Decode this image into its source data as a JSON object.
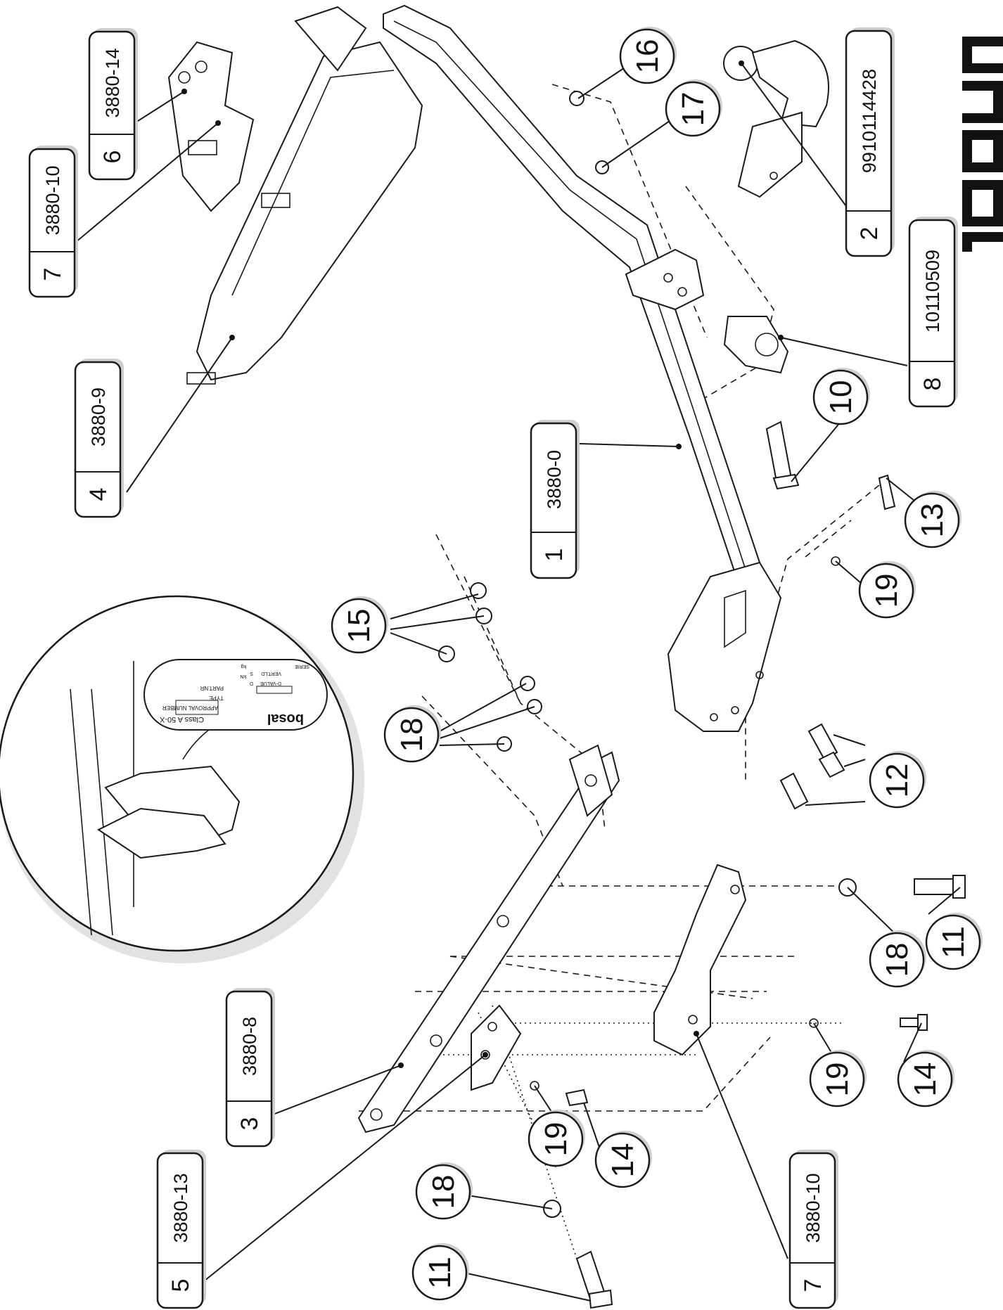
{
  "brand": {
    "logo_text": "bosal",
    "line_color": "#1a1a1a",
    "background": "#ffffff"
  },
  "labels": [
    {
      "id": "l1",
      "num": "1",
      "code": "3880-0"
    },
    {
      "id": "l2",
      "num": "2",
      "code": "9910114428"
    },
    {
      "id": "l3",
      "num": "3",
      "code": "3880-8"
    },
    {
      "id": "l4",
      "num": "4",
      "code": "3880-9"
    },
    {
      "id": "l5",
      "num": "5",
      "code": "3880-13"
    },
    {
      "id": "l6",
      "num": "6",
      "code": "3880-14"
    },
    {
      "id": "l7a",
      "num": "7",
      "code": "3880-10"
    },
    {
      "id": "l7b",
      "num": "7",
      "code": "3880-10"
    },
    {
      "id": "l8",
      "num": "8",
      "code": "10110509"
    }
  ],
  "callouts": [
    {
      "id": "c10",
      "num": "10"
    },
    {
      "id": "c11a",
      "num": "11"
    },
    {
      "id": "c11b",
      "num": "11"
    },
    {
      "id": "c12",
      "num": "12"
    },
    {
      "id": "c13",
      "num": "13"
    },
    {
      "id": "c14a",
      "num": "14"
    },
    {
      "id": "c14b",
      "num": "14"
    },
    {
      "id": "c15",
      "num": "15"
    },
    {
      "id": "c16",
      "num": "16"
    },
    {
      "id": "c17",
      "num": "17"
    },
    {
      "id": "c18a",
      "num": "18"
    },
    {
      "id": "c18b",
      "num": "18"
    },
    {
      "id": "c18c",
      "num": "18"
    },
    {
      "id": "c19a",
      "num": "19"
    },
    {
      "id": "c19b",
      "num": "19"
    },
    {
      "id": "c19c",
      "num": "19"
    }
  ],
  "plate": {
    "brand": "bosal",
    "class_line": "Class A 50-X",
    "approval": "APPROVAL NUMBER",
    "type": "TYPE",
    "part_nr": "PART.NR",
    "d_value": "D-VALUE",
    "d_unit": "D",
    "kn": "kN",
    "vert_ld": "VERT.LD",
    "s_unit": "S",
    "kg": "kg",
    "serie": "SERIE"
  }
}
